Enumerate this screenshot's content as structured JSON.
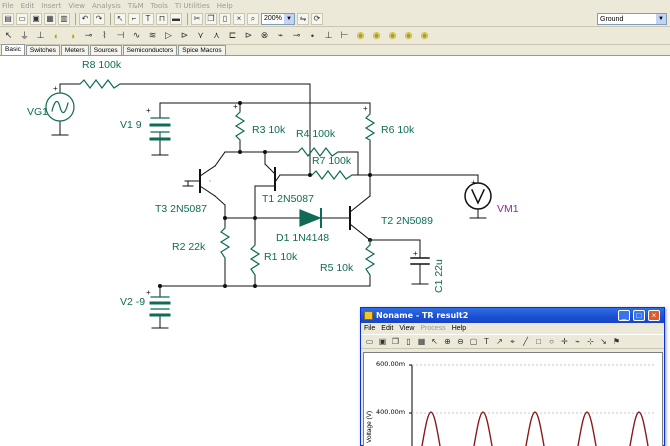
{
  "menubar": [
    "File",
    "Edit",
    "Insert",
    "View",
    "Analysis",
    "T&M",
    "Tools",
    "TI Utilities",
    "Help"
  ],
  "toolbar": {
    "zoom_value": "200%",
    "ground_value": "Ground"
  },
  "tabs": [
    "Basic",
    "Switches",
    "Meters",
    "Sources",
    "Semiconductors",
    "Spice Macros"
  ],
  "schematic": {
    "labels": {
      "r8": "R8 100k",
      "vg1": "VG1",
      "v1": "V1 9",
      "r3": "R3 10k",
      "r4": "R4 100k",
      "r6": "R6 10k",
      "r7": "R7 100k",
      "t3": "T3 2N5087",
      "t1": "T1 2N5087",
      "d1": "D1 1N4148",
      "t2": "T2 2N5089",
      "vm1": "VM1",
      "r2": "R2 22k",
      "r1": "R1 10k",
      "r5": "R5 10k",
      "c1": "C1 22u",
      "v2": "V2 -9"
    },
    "colors": {
      "wire": "#111111",
      "component": "#0f6b55",
      "meter": "#8a2a9a"
    }
  },
  "graph_window": {
    "title": "Noname - TR result2",
    "menu": [
      "File",
      "Edit",
      "View",
      "Process",
      "Help"
    ],
    "y_axis_label": "Voltage (V)",
    "y_ticks": [
      "600.00m",
      "400.00m"
    ],
    "trace_color": "#8b1a1a"
  }
}
